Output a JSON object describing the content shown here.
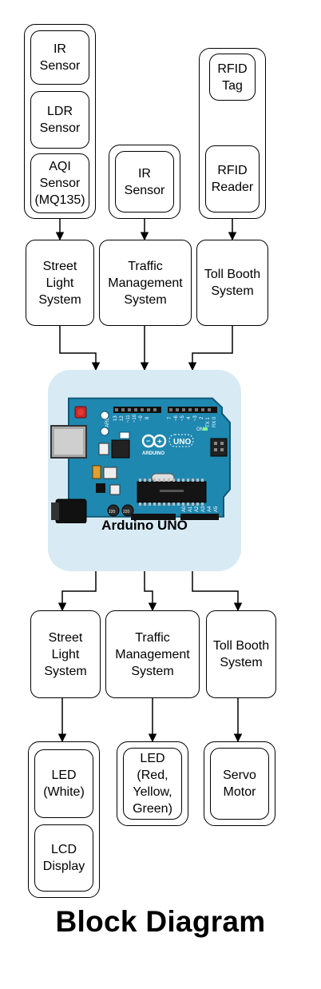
{
  "diagram": {
    "title": "Block Diagram",
    "controller": {
      "label": "Arduino UNO"
    },
    "inputs": {
      "street": {
        "sensors": [
          "IR\nSensor",
          "LDR\nSensor",
          "AQI\nSensor\n(MQ135)"
        ],
        "system": "Street\nLight\nSystem"
      },
      "traffic": {
        "sensors": [
          "IR\nSensor"
        ],
        "system": "Traffic\nManagement\nSystem"
      },
      "toll": {
        "tag": "RFID\nTag",
        "reader": "RFID\nReader",
        "system": "Toll Booth\nSystem"
      }
    },
    "outputs": {
      "street": {
        "system": "Street\nLight\nSystem",
        "devices": [
          "LED\n(White)",
          "LCD\nDisplay"
        ]
      },
      "traffic": {
        "system": "Traffic\nManagement\nSystem",
        "devices": [
          "LED\n(Red,\nYellow,\nGreen)"
        ]
      },
      "toll": {
        "system": "Toll Booth\nSystem",
        "devices": [
          "Servo\nMotor"
        ]
      }
    },
    "board_marks": {
      "brand": "ARDUINO",
      "model": "UNO",
      "on": "ON",
      "aref": "AREF",
      "digital_pins": [
        "13",
        "12",
        "~11",
        "~10",
        "~9",
        "8",
        "7",
        "~6",
        "~5",
        "4",
        "~3",
        "2",
        "TX 1",
        "RX 0"
      ],
      "analog_pins": [
        "A0",
        "A1",
        "A2",
        "A3",
        "A4",
        "A5"
      ],
      "cap_value": "220"
    },
    "colors": {
      "board": "#1f88b0",
      "board_dark": "#136a8c",
      "card": "#d8ebf4",
      "stroke": "#000000"
    }
  }
}
